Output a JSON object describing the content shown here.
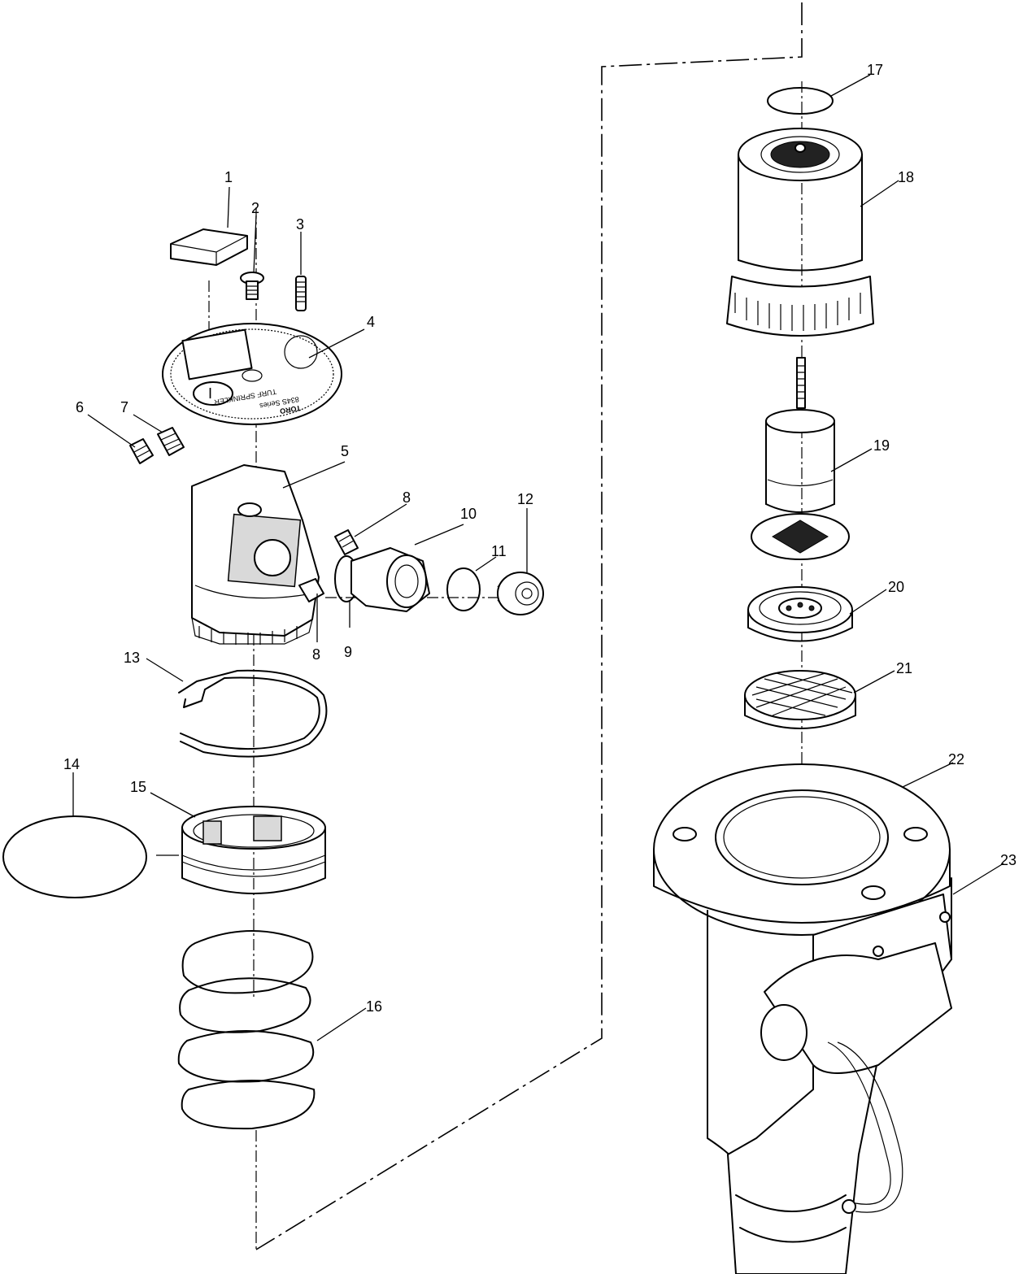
{
  "title": "",
  "callouts": [
    "1",
    "2",
    "3",
    "4",
    "5",
    "6",
    "7",
    "8",
    "8",
    "9",
    "10",
    "11",
    "12",
    "13",
    "14",
    "15",
    "16",
    "17",
    "18",
    "19",
    "20",
    "21",
    "22",
    "23"
  ],
  "dial_text": {
    "brand": "TORO",
    "series": "834S Series",
    "subtitle": "TURF SPRINKLER",
    "cap_letter": "I"
  },
  "colors": {
    "line": "#000000",
    "background": "#ffffff",
    "shade": "#d9d9d9"
  }
}
